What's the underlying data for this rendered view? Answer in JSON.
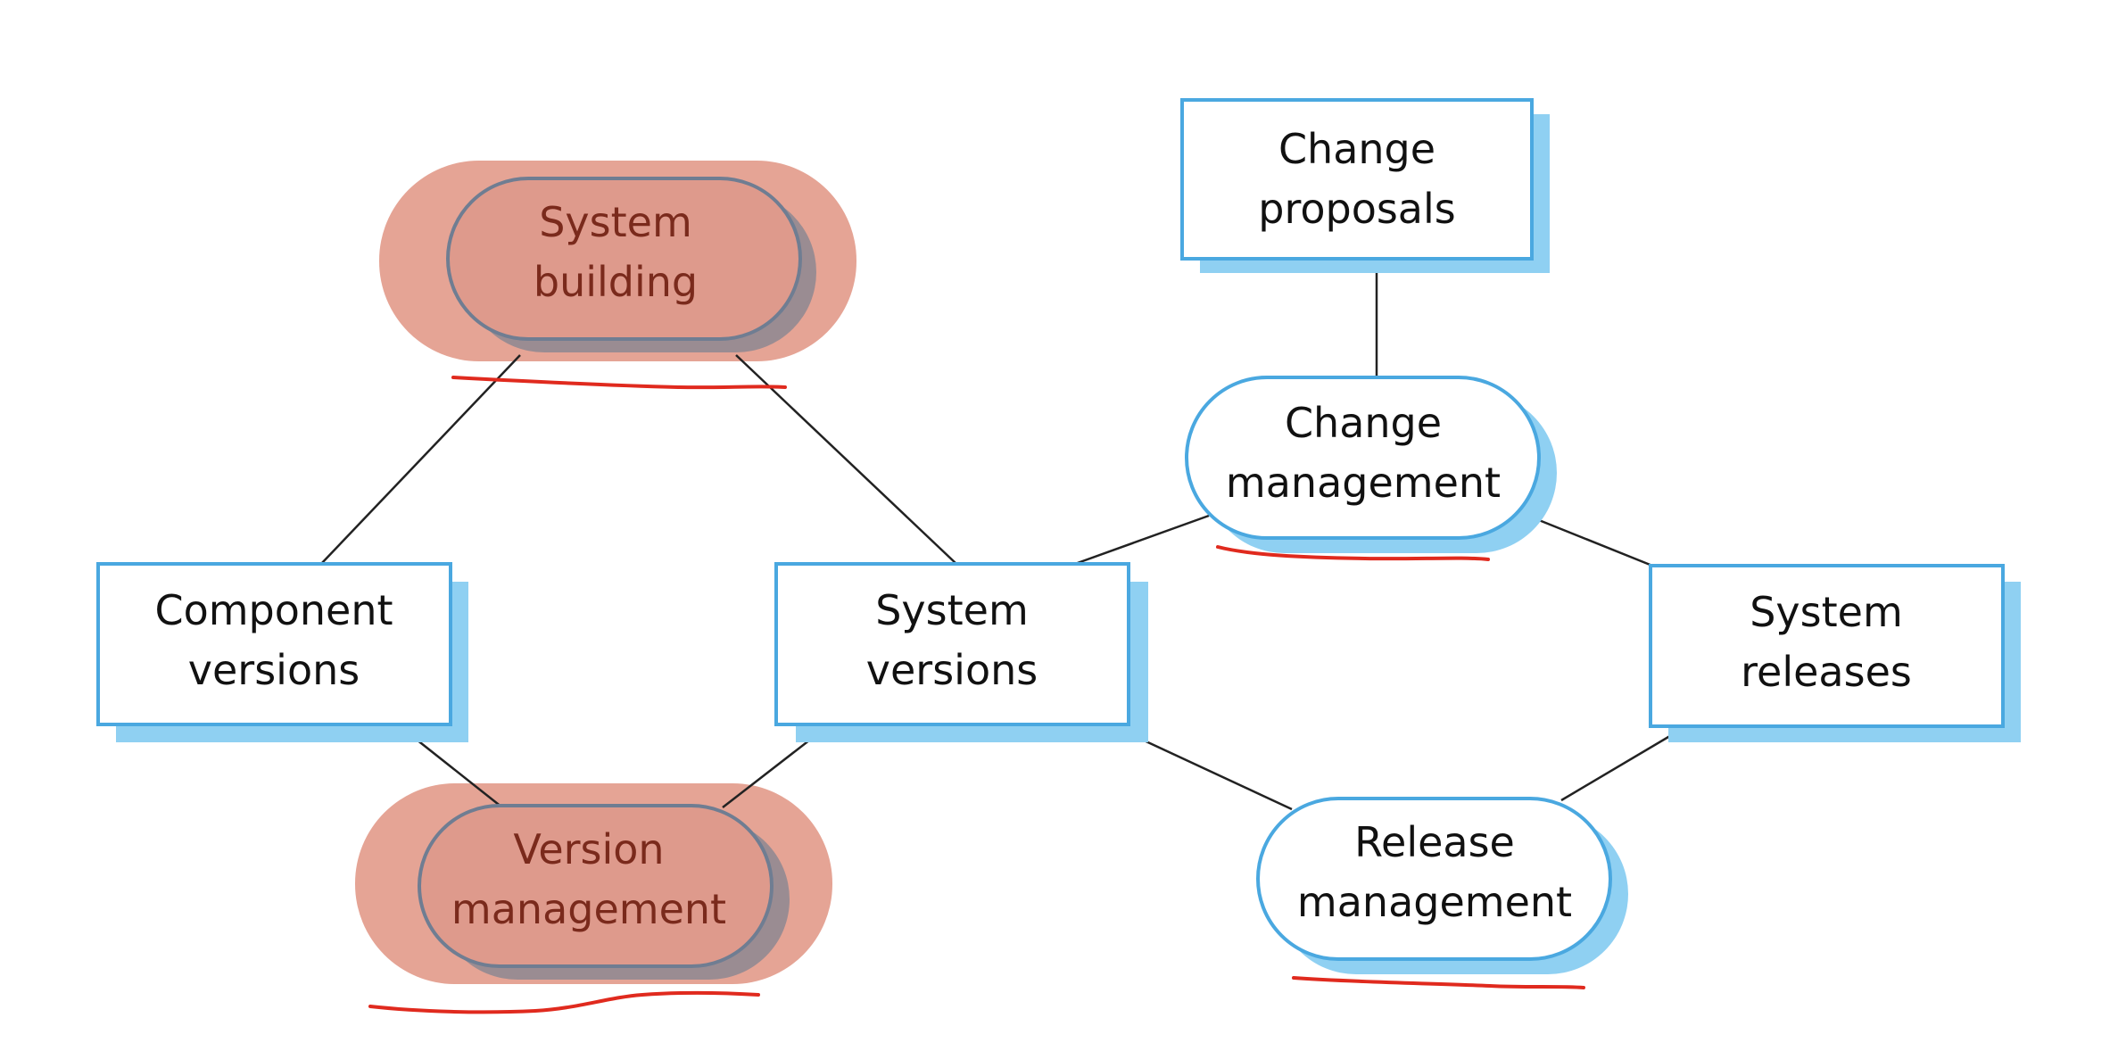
{
  "colors": {
    "box_stroke": "#4aa8e0",
    "box_shadow": "#8fd0f2",
    "highlight_fill": "#e5a495",
    "highlight_node_fill": "#de9a8c",
    "highlight_node_shadow": "#9a8c92",
    "highlight_node_stroke": "#6f7d92",
    "highlight_text": "#7a2a1c",
    "text": "#111111",
    "connector": "#222222",
    "underline": "#e02a1e"
  },
  "nodes": {
    "change_proposals": {
      "lines": [
        "Change",
        "proposals"
      ],
      "shape": "box"
    },
    "system_building": {
      "lines": [
        "System",
        "building"
      ],
      "shape": "pill",
      "highlighted": true
    },
    "change_management": {
      "lines": [
        "Change",
        "management"
      ],
      "shape": "pill"
    },
    "component_versions": {
      "lines": [
        "Component",
        "versions"
      ],
      "shape": "box"
    },
    "system_versions": {
      "lines": [
        "System",
        "versions"
      ],
      "shape": "box"
    },
    "system_releases": {
      "lines": [
        "System",
        "releases"
      ],
      "shape": "box"
    },
    "version_management": {
      "lines": [
        "Version",
        "management"
      ],
      "shape": "pill",
      "highlighted": true
    },
    "release_management": {
      "lines": [
        "Release",
        "management"
      ],
      "shape": "pill"
    }
  },
  "connections": [
    [
      "change_proposals",
      "change_management"
    ],
    [
      "system_building",
      "component_versions"
    ],
    [
      "system_building",
      "system_versions"
    ],
    [
      "change_management",
      "system_versions"
    ],
    [
      "change_management",
      "system_releases"
    ],
    [
      "component_versions",
      "version_management"
    ],
    [
      "system_versions",
      "version_management"
    ],
    [
      "system_versions",
      "release_management"
    ],
    [
      "system_releases",
      "release_management"
    ]
  ]
}
